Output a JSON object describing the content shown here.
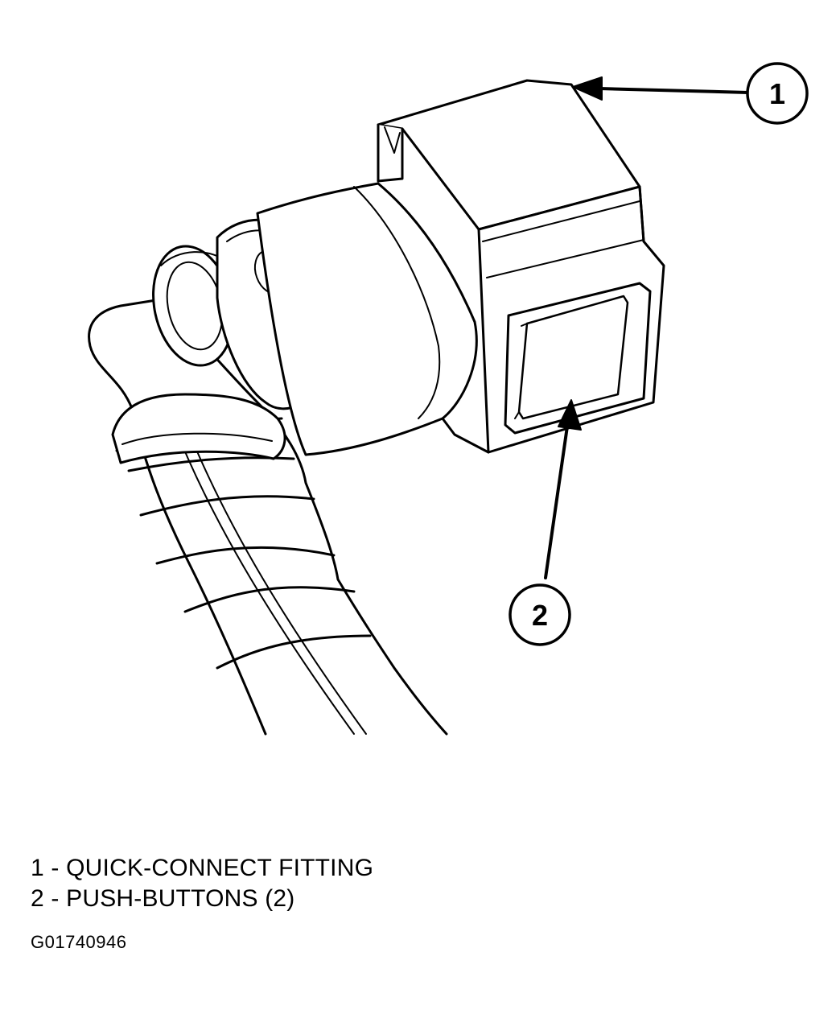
{
  "callouts": [
    {
      "number": "1"
    },
    {
      "number": "2"
    }
  ],
  "legend": {
    "items": [
      "1 - QUICK-CONNECT FITTING",
      "2 - PUSH-BUTTONS (2)"
    ]
  },
  "figure_id": "G01740946"
}
